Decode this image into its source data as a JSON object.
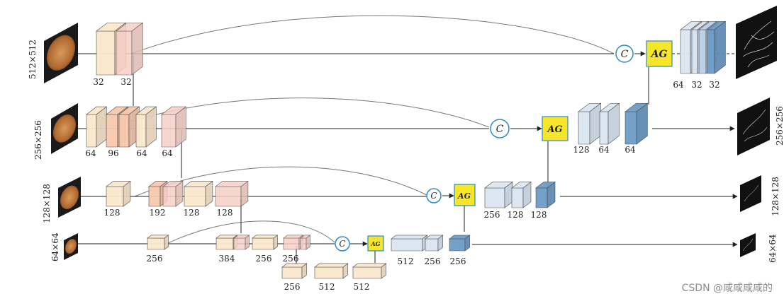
{
  "colors": {
    "enc_light": "#fbe8cd",
    "enc_mid": "#f7c9ae",
    "enc_pink": "#f6cfc6",
    "dec_light": "#dbe6f2",
    "dec_mid": "#bcd1e7",
    "dec_dark": "#6d9cc8",
    "ag_fill": "#f7e52a",
    "c_stroke": "#2a8cc8",
    "line": "#222222",
    "arc": "#777777"
  },
  "levels": [
    {
      "id": "lvl1",
      "size_label": "512×512",
      "enc_labels": [
        "32",
        "32"
      ],
      "dec_labels": [
        "64",
        "32",
        "32"
      ]
    },
    {
      "id": "lvl2",
      "size_label": "256×256",
      "enc_labels": [
        "64",
        "96",
        "64",
        "64"
      ],
      "dec_labels": [
        "128",
        "64",
        "64"
      ]
    },
    {
      "id": "lvl3",
      "size_label": "128×128",
      "enc_labels": [
        "128",
        "192",
        "128",
        "128"
      ],
      "dec_labels": [
        "256",
        "128",
        "128"
      ]
    },
    {
      "id": "lvl4",
      "size_label": "64×64",
      "enc_labels": [
        "256",
        "384",
        "256",
        "256"
      ],
      "dec_labels": [
        "512",
        "256",
        "256"
      ]
    }
  ],
  "bottleneck_labels": [
    "256",
    "512",
    "512"
  ],
  "concat_symbol": "C",
  "attention_gate_label": "AG",
  "watermark": "CSDN @咸咸咸咸的"
}
